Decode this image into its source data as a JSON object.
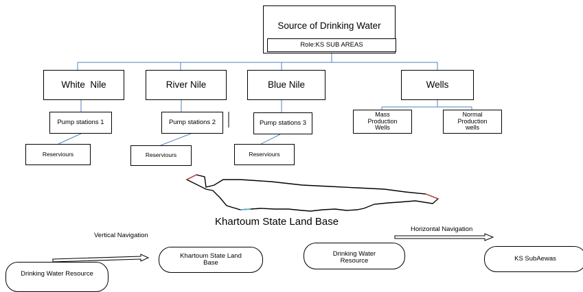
{
  "root": {
    "title": "Source of Drinking Water",
    "role_label": "Role:KS SUB AREAS"
  },
  "branches": [
    {
      "label": "White  Nile",
      "pump": "Pump stations 1",
      "reservoir": "Reserviours"
    },
    {
      "label": "River Nile",
      "pump": "Pump stations 2",
      "reservoir": "Reserviours"
    },
    {
      "label": "Blue Nile",
      "pump": "Pump stations 3",
      "reservoir": "Reserviours"
    },
    {
      "label": "Wells"
    }
  ],
  "wells": [
    {
      "label": "Mass Production Wells"
    },
    {
      "label": "Normal Production wells"
    }
  ],
  "map_caption": "Khartoum State Land Base",
  "vertical_navigation": {
    "caption": "Vertical Navigation",
    "from": "Drinking Water Resource",
    "to": "Khartoum State Land Base"
  },
  "horizontal_navigation": {
    "caption": "Horizontal Navigation",
    "from": "Drinking Water Resource",
    "to": "KS SubAewas"
  },
  "colors": {
    "connector": "#4f81bd",
    "border": "#000000"
  }
}
